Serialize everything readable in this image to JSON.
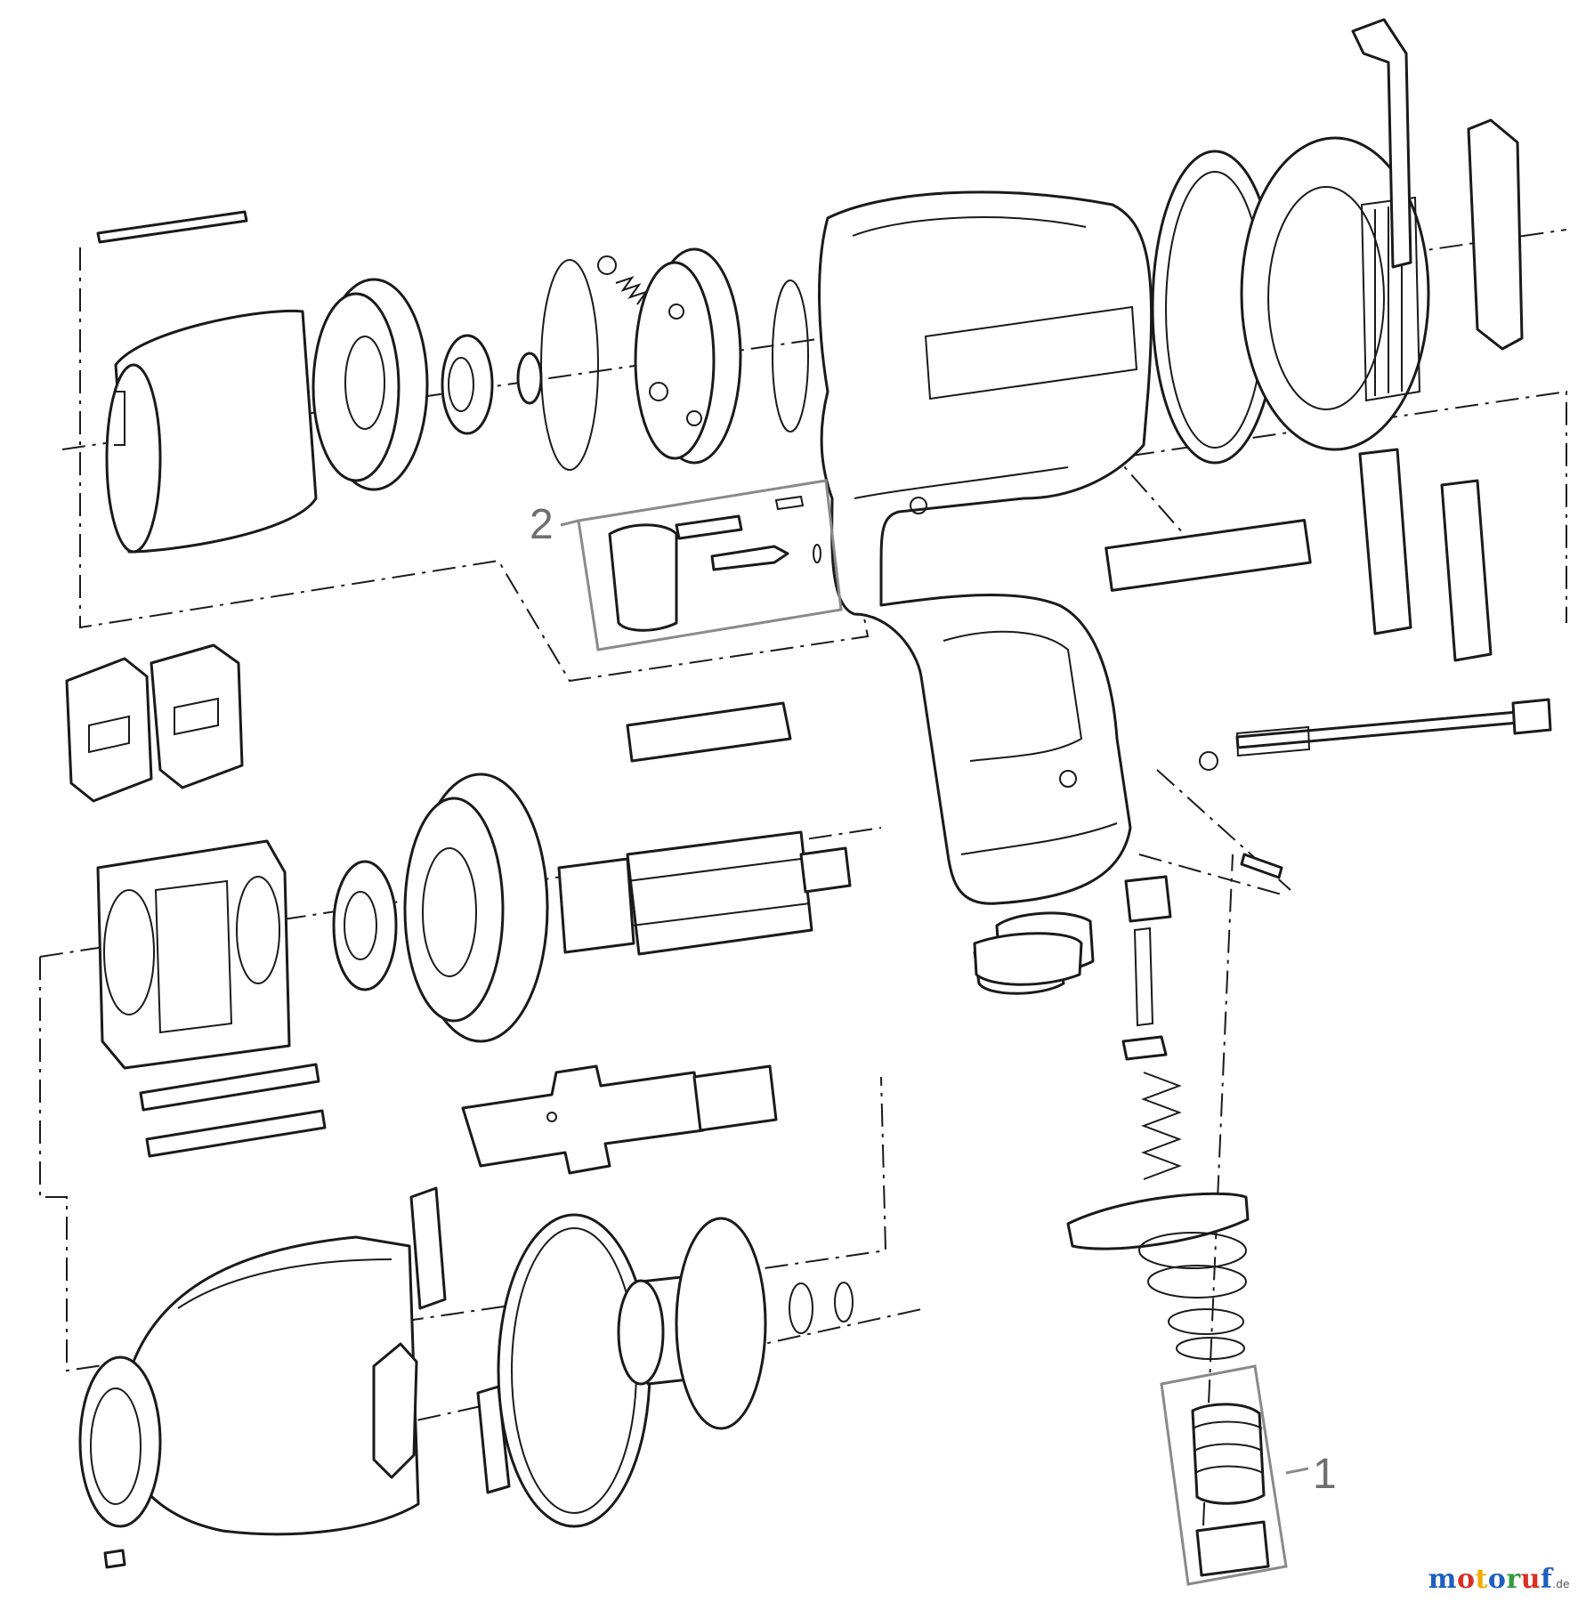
{
  "callouts": [
    {
      "id": "1",
      "label": "1"
    },
    {
      "id": "2",
      "label": "2"
    }
  ],
  "watermark": {
    "letters": [
      "m",
      "o",
      "t",
      "o",
      "r",
      "u",
      "f"
    ],
    "suffix": ".de",
    "colors": [
      "#1f5fbf",
      "#d93025",
      "#f2a900",
      "#1f5fbf",
      "#2e9b3e",
      "#d93025",
      "#1f5fbf"
    ]
  },
  "style": {
    "line_color": "#1a1a1a",
    "callout_color": "#8a8a8a"
  }
}
